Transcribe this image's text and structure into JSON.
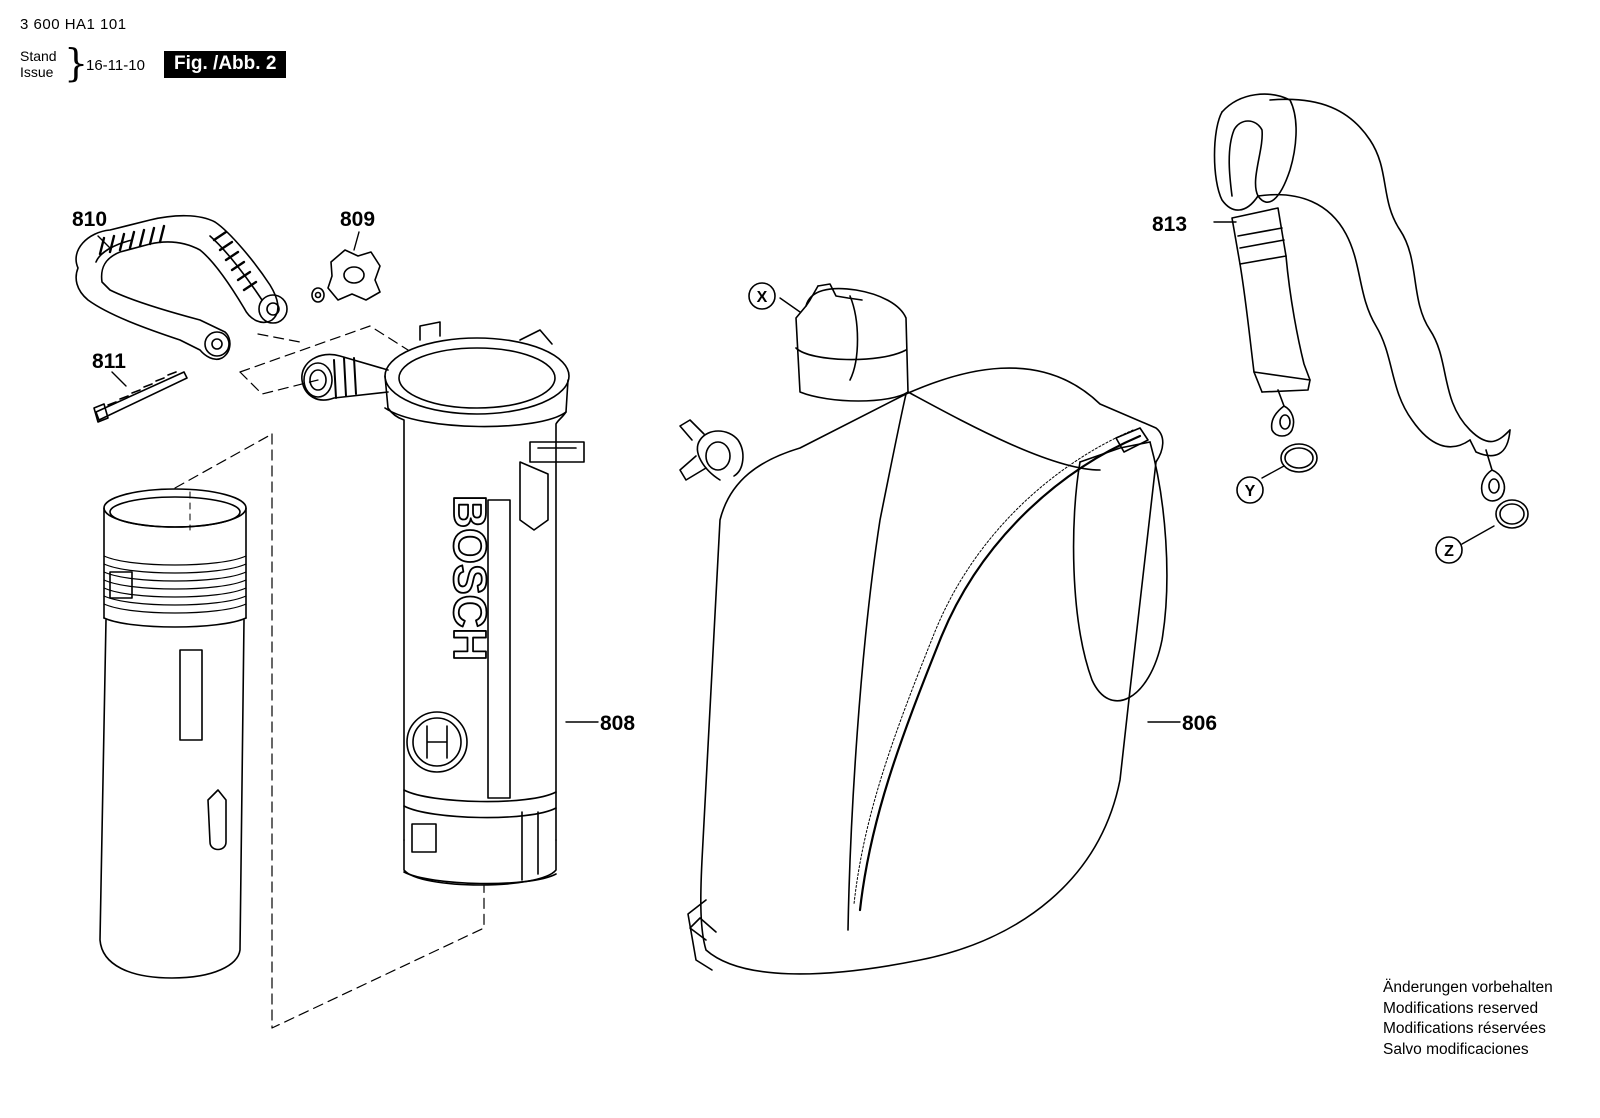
{
  "header": {
    "doc_number": "3 600 HA1 101",
    "stand_label": "Stand",
    "issue_label": "Issue",
    "date": "16-11-10",
    "figure": "Fig. /Abb. 2"
  },
  "parts": [
    {
      "id": "p810",
      "number": "810"
    },
    {
      "id": "p809",
      "number": "809"
    },
    {
      "id": "p811",
      "number": "811"
    },
    {
      "id": "p808",
      "number": "808"
    },
    {
      "id": "p806",
      "number": "806"
    },
    {
      "id": "p813",
      "number": "813"
    }
  ],
  "connectors": [
    {
      "id": "cx",
      "letter": "X"
    },
    {
      "id": "cy",
      "letter": "Y"
    },
    {
      "id": "cz",
      "letter": "Z"
    }
  ],
  "brand_text": "BOSCH",
  "notes": [
    "Änderungen vorbehalten",
    "Modifications reserved",
    "Modifications réservées",
    "Salvo modificaciones"
  ]
}
